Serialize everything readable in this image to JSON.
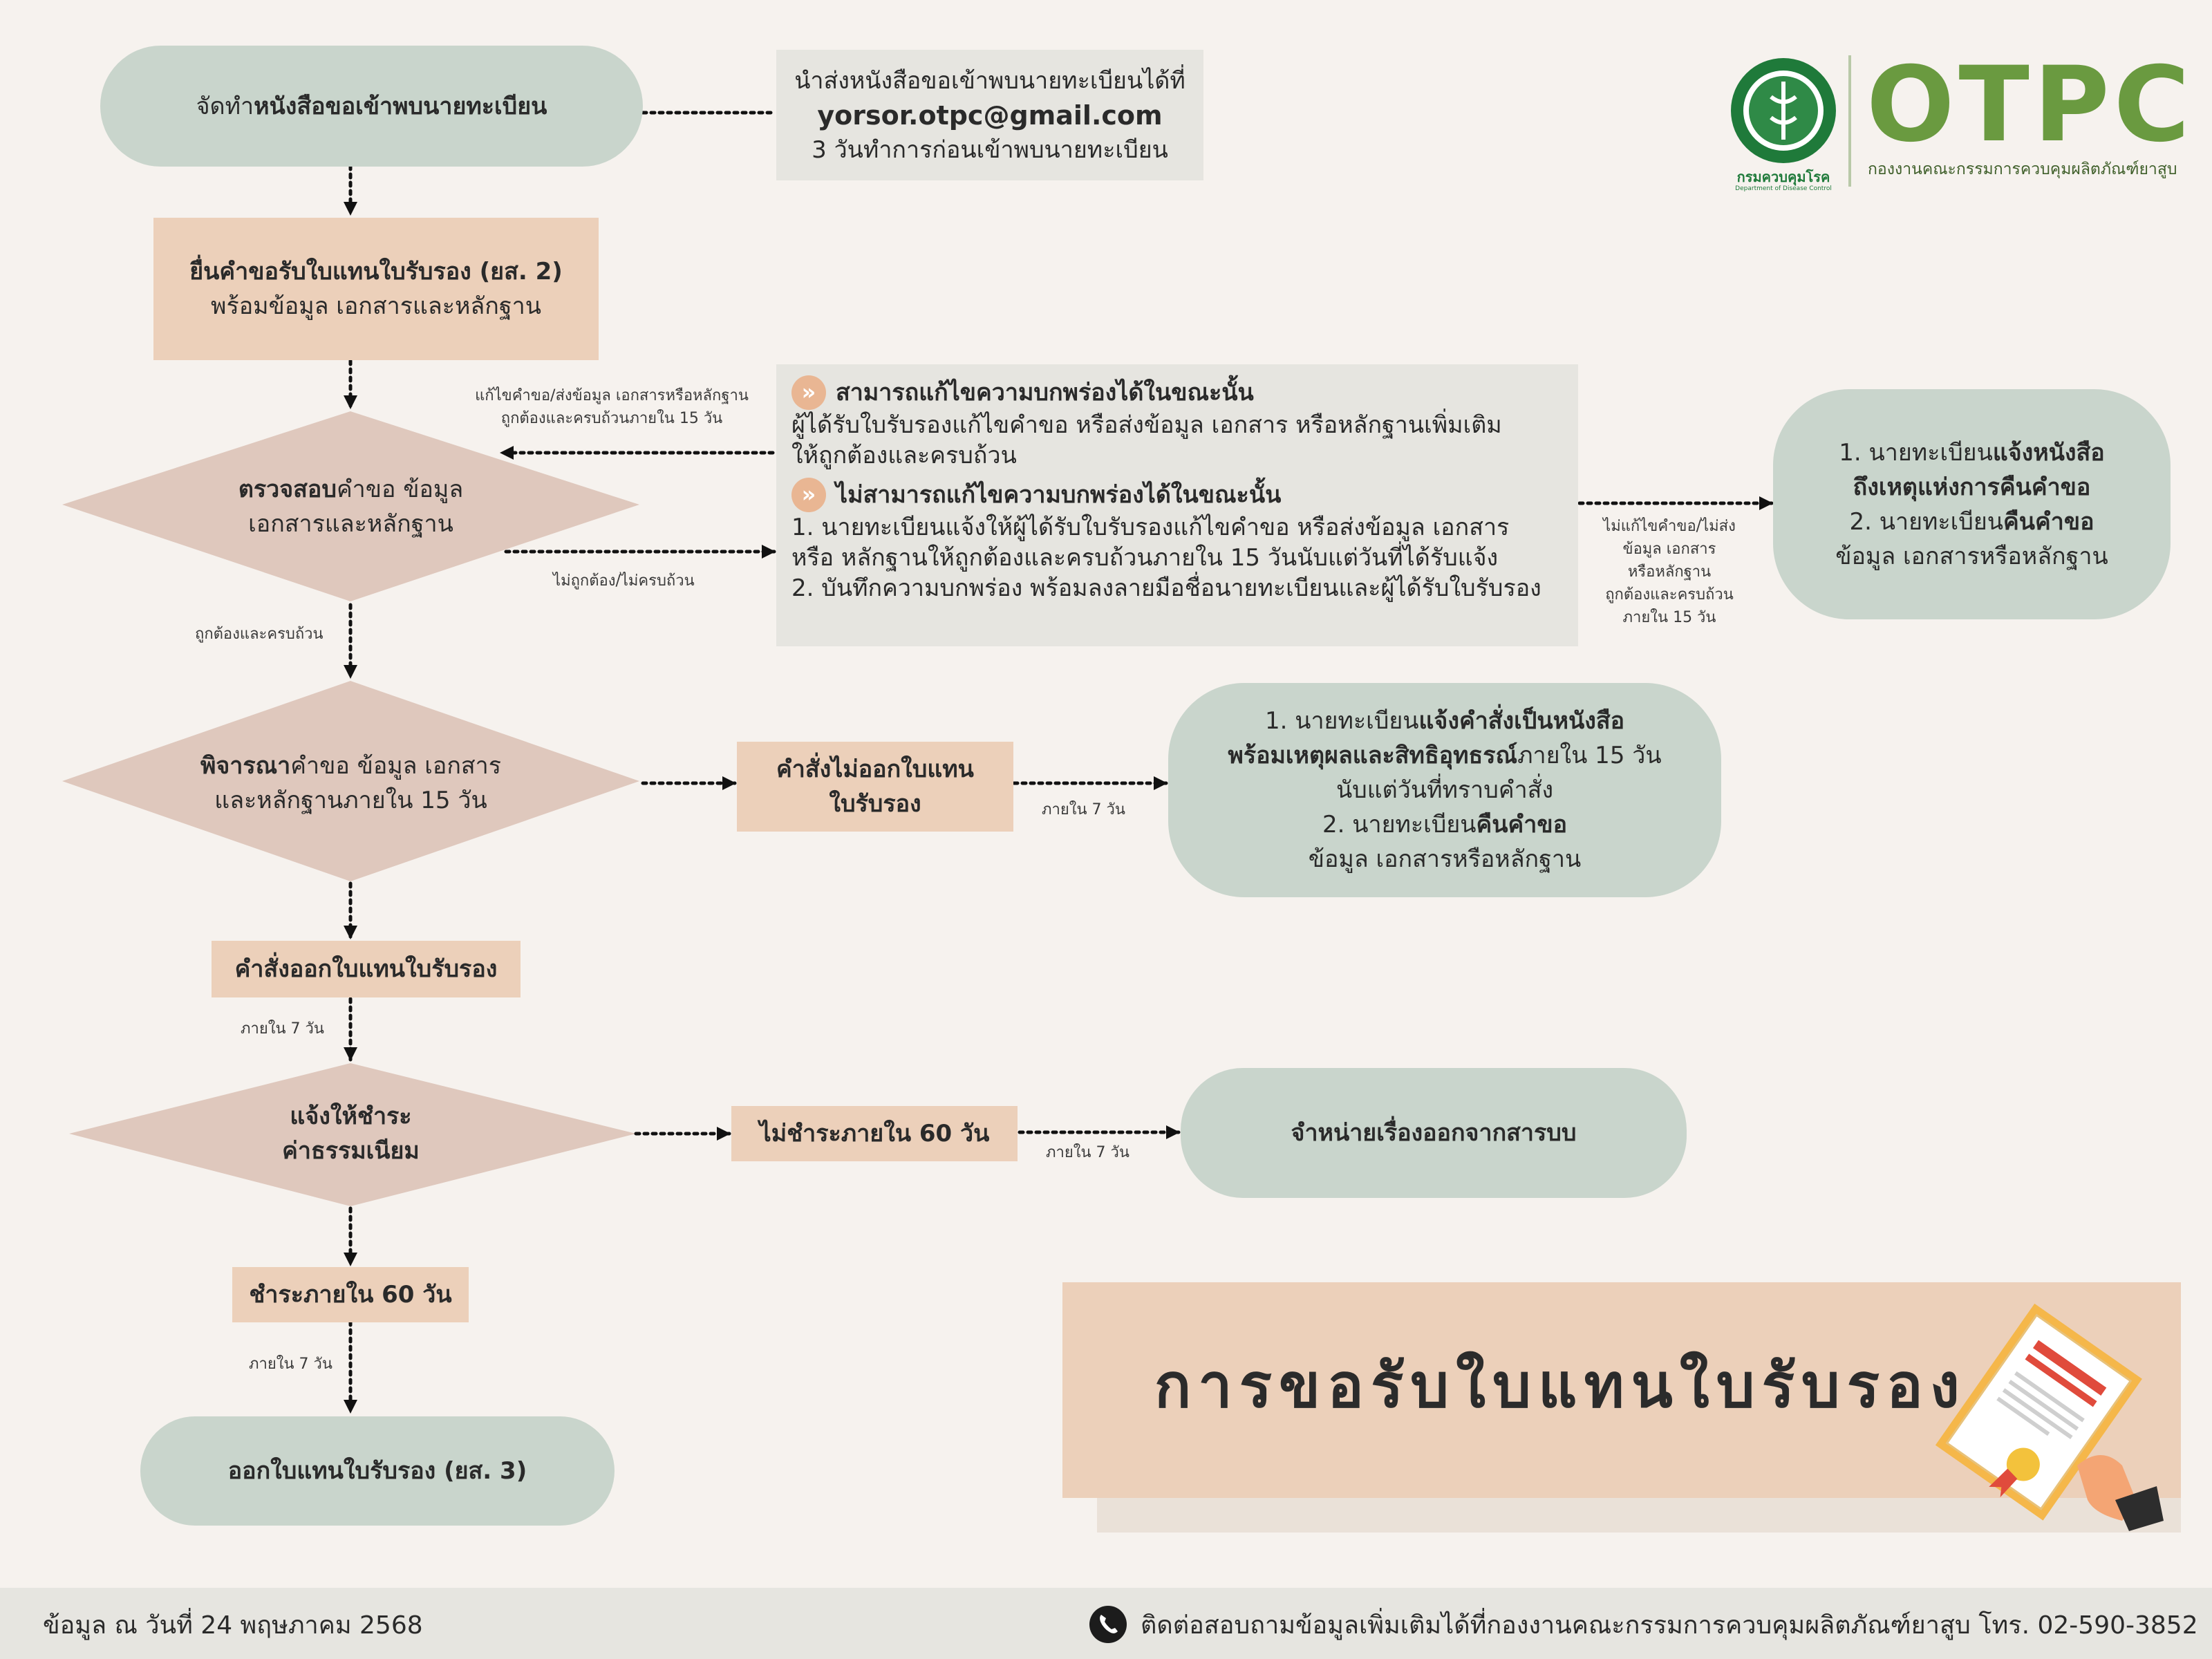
{
  "brand": {
    "logo_text": "OTPC",
    "subtitle": "กองงานคณะกรรมการควบคุมผลิตภัณฑ์ยาสูบ",
    "dept_th": "กรมควบคุมโรค",
    "dept_en": "Department of Disease Control"
  },
  "title": "การขอรับใบแทนใบรับรอง",
  "nodes": {
    "prepare_pre": "จัดทำ",
    "prepare_bold": "หนังสือขอเข้าพบนายทะเบียน",
    "email_line1": "นำส่งหนังสือขอเข้าพบนายทะเบียนได้ที่",
    "email_addr": "yorsor.otpc@gmail.com",
    "email_line3": "3 วันทำการก่อนเข้าพบนายทะเบียน",
    "submit_bold": "ยื่นคำขอรับใบแทนใบรับรอง (ยส. 2)",
    "submit_sub": "พร้อมข้อมูล เอกสารและหลักฐาน",
    "check_bold": "ตรวจสอบ",
    "check_rest": "คำขอ ข้อมูล",
    "check_line2": "เอกสารและหลักฐาน",
    "fix_now_title": "สามารถแก้ไขความบกพร่องได้ในขณะนั้น",
    "fix_now_l1": "ผู้ได้รับใบรับรองแก้ไขคำขอ หรือส่งข้อมูล เอกสาร หรือหลักฐานเพิ่มเติม",
    "fix_now_l2": "ให้ถูกต้องและครบถ้วน",
    "fix_later_title": "ไม่สามารถแก้ไขความบกพร่องได้ในขณะนั้น",
    "fix_later_l1": "1. นายทะเบียนแจ้งให้ผู้ได้รับใบรับรองแก้ไขคำขอ หรือส่งข้อมูล เอกสาร",
    "fix_later_l2": "หรือ หลักฐานให้ถูกต้องและครบถ้วนภายใน 15 วันนับแต่วันที่ได้รับแจ้ง",
    "fix_later_l3": "2. บันทึกความบกพร่อง พร้อมลงลายมือชื่อนายทะเบียนและผู้ได้รับใบรับรอง",
    "return_l1_pre": "1. นายทะเบียน",
    "return_l1_bold": "แจ้งหนังสือ",
    "return_l2_bold": "ถึงเหตุแห่งการคืนคำขอ",
    "return_l3_pre": "2. นายทะเบียน",
    "return_l3_bold": "คืนคำขอ",
    "return_l4": "ข้อมูล เอกสารหรือหลักฐาน",
    "consider_bold": "พิจารณา",
    "consider_rest": "คำขอ ข้อมูล เอกสาร",
    "consider_line2": "และหลักฐานภายใน 15 วัน",
    "no_issue_l1": "คำสั่งไม่ออกใบแทน",
    "no_issue_l2": "ใบรับรอง",
    "notify_l1_pre": "1. นายทะเบียน",
    "notify_l1_bold": "แจ้งคำสั่งเป็นหนังสือ",
    "notify_l2_bold": "พร้อมเหตุผลและสิทธิอุทธรณ์",
    "notify_l2_rest": "ภายใน 15 วัน",
    "notify_l3": "นับแต่วันที่ทราบคำสั่ง",
    "notify_l4_pre": "2. นายทะเบียน",
    "notify_l4_bold": "คืนคำขอ",
    "notify_l5": "ข้อมูล เอกสารหรือหลักฐาน",
    "issue_order": "คำสั่งออกใบแทนใบรับรอง",
    "fee_l1": "แจ้งให้ชำระ",
    "fee_l2": "ค่าธรรมเนียม",
    "not_paid": "ไม่ชำระภายใน 60 วัน",
    "dispose": "จำหน่ายเรื่องออกจากสารบบ",
    "paid": "ชำระภายใน 60 วัน",
    "final": "ออกใบแทนใบรับรอง (ยส. 3)"
  },
  "edges": {
    "fix_label_l1": "แก้ไขคำขอ/ส่งข้อมูล เอกสารหรือหลักฐาน",
    "fix_label_l2": "ถูกต้องและครบถ้วนภายใน 15 วัน",
    "incorrect": "ไม่ถูกต้อง/ไม่ครบถ้วน",
    "correct": "ถูกต้องและครบถ้วน",
    "not_fixed_l1": "ไม่แก้ไขคำขอ/ไม่ส่ง",
    "not_fixed_l2": "ข้อมูล เอกสาร",
    "not_fixed_l3": "หรือหลักฐาน",
    "not_fixed_l4": "ถูกต้องและครบถ้วน",
    "not_fixed_l5": "ภายใน 15 วัน",
    "within7_a": "ภายใน 7 วัน",
    "within7_b": "ภายใน 7 วัน",
    "within7_c": "ภายใน 7 วัน",
    "within7_d": "ภายใน 7 วัน"
  },
  "footer": {
    "date": "ข้อมูล ณ วันที่ 24 พฤษภาคม 2568",
    "contact": "ติดต่อสอบถามข้อมูลเพิ่มเติมได้ที่กองงานคณะกรรมการควบคุมผลิตภัณฑ์ยาสูบ โทร. 02-590-3852"
  },
  "colors": {
    "sage": "#c9d5cc",
    "peach": "#ecd0ba",
    "diamond": "#dfc8bd",
    "panel": "#e6e5e0",
    "background": "#f6f2ee",
    "brand_green": "#6a9a40"
  },
  "icons": [
    "ministry-seal-icon",
    "phone-icon",
    "certificate-icon",
    "chevron-badge-icon"
  ]
}
